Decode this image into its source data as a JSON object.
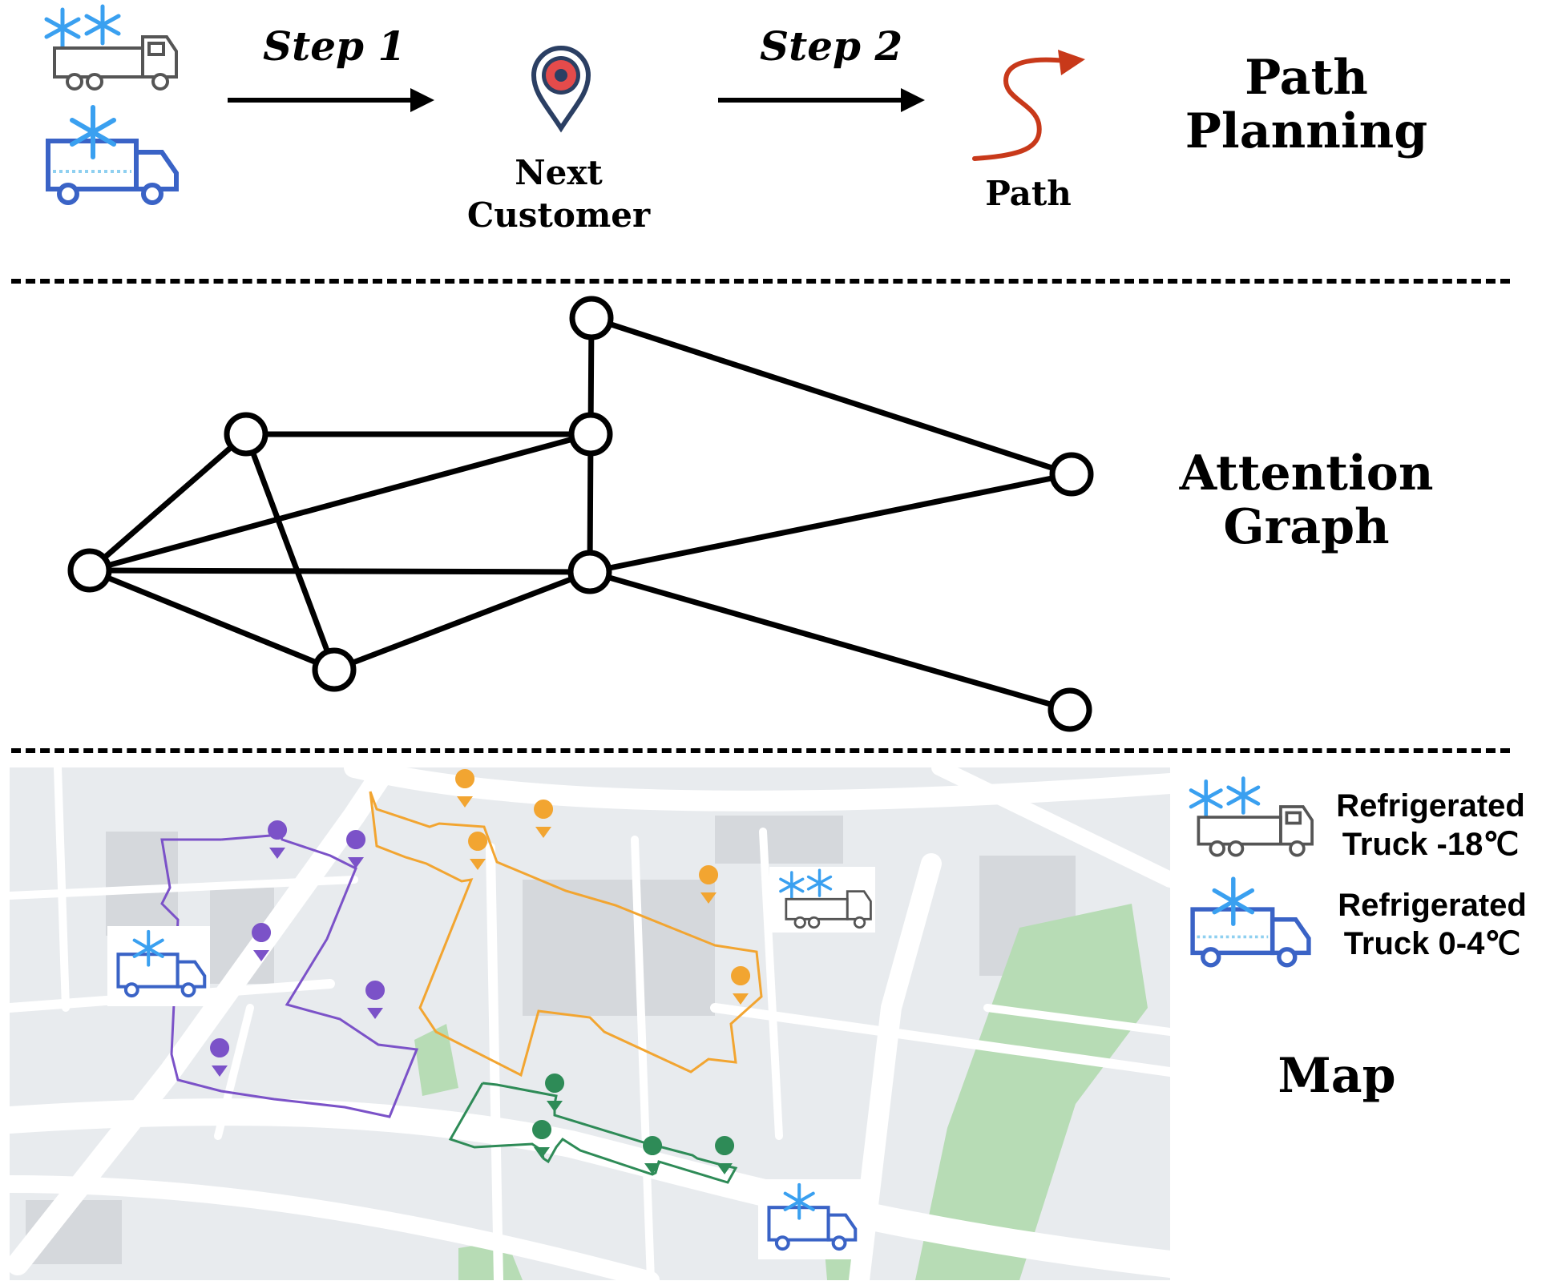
{
  "top": {
    "step1_label": "Step 1",
    "step2_label": "Step 2",
    "next_customer_label": "Next\nCustomer",
    "path_label": "Path",
    "title": "Path\nPlanning"
  },
  "middle": {
    "title": "Attention\nGraph"
  },
  "bottom": {
    "title": "Map",
    "legend": [
      {
        "label": "Refrigerated\nTruck -18℃",
        "icon": "freezer-truck-icon"
      },
      {
        "label": "Refrigerated\nTruck 0-4℃",
        "icon": "chiller-truck-icon"
      }
    ]
  },
  "colors": {
    "route_purple": "#7b52c8",
    "route_orange": "#f2a531",
    "route_green": "#2e8b57",
    "path_arrow": "#c8391a",
    "map_bg": "#e8ebee",
    "map_road": "#ffffff",
    "map_park": "#b7dcb5",
    "map_block": "#d5d8dc",
    "truck_blue": "#3a63c6",
    "snow_blue": "#3aa0f0"
  }
}
